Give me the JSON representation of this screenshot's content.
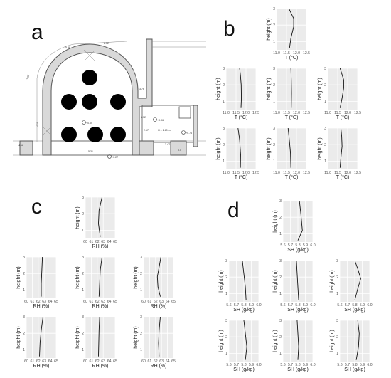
{
  "panel_letters": [
    "a",
    "b",
    "c",
    "d"
  ],
  "plan": {
    "labels": [
      "5.58",
      "2.52",
      "3.55",
      "4.18",
      "4.18",
      "3.76",
      "5.31",
      "1.32",
      "2.17",
      "3.47",
      "0.5",
      "H = 2.60 m",
      "+0.06",
      "+0.00",
      "+0.27",
      "+0.76"
    ]
  },
  "chart_data": [
    {
      "type": "line",
      "panel": "b",
      "row": 0,
      "col": 0,
      "xlabel": "T (°C)",
      "ylabel": "height (m)",
      "xlim": [
        11.0,
        12.5
      ],
      "ylim": [
        0.5,
        3.0
      ],
      "xticks": [
        "11.0",
        "11.5",
        "12.0",
        "12.5"
      ],
      "yticks": [
        "1",
        "2",
        "3"
      ],
      "x": [
        11.65,
        11.72,
        11.86,
        11.86,
        11.72,
        11.62
      ],
      "y": [
        0.6,
        1.2,
        1.9,
        2.4,
        2.75,
        3.0
      ]
    },
    {
      "type": "line",
      "panel": "b",
      "row": 1,
      "col": 0,
      "xlabel": "T (°C)",
      "ylabel": "height (m)",
      "xlim": [
        11.0,
        12.5
      ],
      "ylim": [
        0.5,
        3.0
      ],
      "xticks": [
        "11.0",
        "11.5",
        "12.0",
        "12.5"
      ],
      "yticks": [
        "1",
        "2",
        "3"
      ],
      "x": [
        11.75,
        11.77,
        11.76,
        11.72,
        11.68
      ],
      "y": [
        0.6,
        1.2,
        2.0,
        2.6,
        3.0
      ]
    },
    {
      "type": "line",
      "panel": "b",
      "row": 1,
      "col": 1,
      "xlabel": "T (°C)",
      "ylabel": "height (m)",
      "xlim": [
        11.0,
        12.5
      ],
      "ylim": [
        0.5,
        3.0
      ],
      "xticks": [
        "11.0",
        "11.5",
        "12.0",
        "12.5"
      ],
      "yticks": [
        "1",
        "2",
        "3"
      ],
      "x": [
        11.74,
        11.75,
        11.74,
        11.72
      ],
      "y": [
        0.6,
        1.5,
        2.3,
        3.0
      ]
    },
    {
      "type": "line",
      "panel": "b",
      "row": 1,
      "col": 2,
      "xlabel": "T (°C)",
      "ylabel": "height (m)",
      "xlim": [
        11.0,
        12.5
      ],
      "ylim": [
        0.5,
        3.0
      ],
      "xticks": [
        "11.0",
        "11.5",
        "12.0",
        "12.5"
      ],
      "yticks": [
        "1",
        "2",
        "3"
      ],
      "x": [
        11.62,
        11.72,
        11.8,
        11.8,
        11.7,
        11.62
      ],
      "y": [
        0.6,
        1.2,
        1.8,
        2.3,
        2.7,
        3.0
      ]
    },
    {
      "type": "line",
      "panel": "b",
      "row": 2,
      "col": 0,
      "xlabel": "T (°C)",
      "ylabel": "height (m)",
      "xlim": [
        11.0,
        12.5
      ],
      "ylim": [
        0.5,
        3.0
      ],
      "xticks": [
        "11.0",
        "11.5",
        "12.0",
        "12.5"
      ],
      "yticks": [
        "1",
        "2",
        "3"
      ],
      "x": [
        11.72,
        11.73,
        11.68,
        11.6
      ],
      "y": [
        0.6,
        1.4,
        2.3,
        3.0
      ]
    },
    {
      "type": "line",
      "panel": "b",
      "row": 2,
      "col": 1,
      "xlabel": "T (°C)",
      "ylabel": "height (m)",
      "xlim": [
        11.0,
        12.5
      ],
      "ylim": [
        0.5,
        3.0
      ],
      "xticks": [
        "11.0",
        "11.5",
        "12.0",
        "12.5"
      ],
      "yticks": [
        "1",
        "2",
        "3"
      ],
      "x": [
        11.72,
        11.7,
        11.64,
        11.58
      ],
      "y": [
        0.6,
        1.5,
        2.3,
        3.0
      ]
    },
    {
      "type": "line",
      "panel": "b",
      "row": 2,
      "col": 2,
      "xlabel": "T (°C)",
      "ylabel": "height (m)",
      "xlim": [
        11.0,
        12.5
      ],
      "ylim": [
        0.5,
        3.0
      ],
      "xticks": [
        "11.0",
        "11.5",
        "12.0",
        "12.5"
      ],
      "yticks": [
        "1",
        "2",
        "3"
      ],
      "x": [
        11.62,
        11.66,
        11.72,
        11.7,
        11.66
      ],
      "y": [
        0.6,
        1.2,
        1.9,
        2.5,
        3.0
      ]
    },
    {
      "type": "line",
      "panel": "c",
      "row": 0,
      "col": 0,
      "xlabel": "RH (%)",
      "ylabel": "height (m)",
      "xlim": [
        60,
        65
      ],
      "ylim": [
        0.5,
        3.0
      ],
      "xticks": [
        "60",
        "61",
        "62",
        "63",
        "64",
        "65"
      ],
      "yticks": [
        "1",
        "2",
        "3"
      ],
      "x": [
        62.5,
        62.2,
        62.3,
        62.8
      ],
      "y": [
        0.6,
        1.4,
        2.2,
        3.0
      ]
    },
    {
      "type": "line",
      "panel": "c",
      "row": 1,
      "col": 0,
      "xlabel": "RH (%)",
      "ylabel": "height (m)",
      "xlim": [
        60,
        65
      ],
      "ylim": [
        0.5,
        3.0
      ],
      "xticks": [
        "60",
        "61",
        "62",
        "63",
        "64",
        "65"
      ],
      "yticks": [
        "1",
        "2",
        "3"
      ],
      "x": [
        62.5,
        62.5,
        62.6,
        62.7
      ],
      "y": [
        0.6,
        1.4,
        2.2,
        3.0
      ]
    },
    {
      "type": "line",
      "panel": "c",
      "row": 1,
      "col": 1,
      "xlabel": "RH (%)",
      "ylabel": "height (m)",
      "xlim": [
        60,
        65
      ],
      "ylim": [
        0.5,
        3.0
      ],
      "xticks": [
        "60",
        "61",
        "62",
        "63",
        "64",
        "65"
      ],
      "yticks": [
        "1",
        "2",
        "3"
      ],
      "x": [
        62.3,
        62.4,
        62.5,
        62.8
      ],
      "y": [
        0.6,
        1.4,
        2.2,
        3.0
      ]
    },
    {
      "type": "line",
      "panel": "c",
      "row": 1,
      "col": 2,
      "xlabel": "RH (%)",
      "ylabel": "height (m)",
      "xlim": [
        60,
        65
      ],
      "ylim": [
        0.5,
        3.0
      ],
      "xticks": [
        "60",
        "61",
        "62",
        "63",
        "64",
        "65"
      ],
      "yticks": [
        "1",
        "2",
        "3"
      ],
      "x": [
        62.8,
        62.4,
        62.3,
        62.6,
        62.9
      ],
      "y": [
        0.6,
        1.2,
        1.8,
        2.4,
        3.0
      ]
    },
    {
      "type": "line",
      "panel": "c",
      "row": 2,
      "col": 0,
      "xlabel": "RH (%)",
      "ylabel": "height (m)",
      "xlim": [
        60,
        65
      ],
      "ylim": [
        0.5,
        3.0
      ],
      "xticks": [
        "60",
        "61",
        "62",
        "63",
        "64",
        "65"
      ],
      "yticks": [
        "1",
        "2",
        "3"
      ],
      "x": [
        62.2,
        62.3,
        62.5,
        62.8
      ],
      "y": [
        0.6,
        1.4,
        2.2,
        3.0
      ]
    },
    {
      "type": "line",
      "panel": "c",
      "row": 2,
      "col": 1,
      "xlabel": "RH (%)",
      "ylabel": "height (m)",
      "xlim": [
        60,
        65
      ],
      "ylim": [
        0.5,
        3.0
      ],
      "xticks": [
        "60",
        "61",
        "62",
        "63",
        "64",
        "65"
      ],
      "yticks": [
        "1",
        "2",
        "3"
      ],
      "x": [
        62.2,
        62.25,
        62.3,
        62.4
      ],
      "y": [
        0.6,
        1.4,
        2.2,
        3.0
      ]
    },
    {
      "type": "line",
      "panel": "c",
      "row": 2,
      "col": 2,
      "xlabel": "RH (%)",
      "ylabel": "height (m)",
      "xlim": [
        60,
        65
      ],
      "ylim": [
        0.5,
        3.0
      ],
      "xticks": [
        "60",
        "61",
        "62",
        "63",
        "64",
        "65"
      ],
      "yticks": [
        "1",
        "2",
        "3"
      ],
      "x": [
        62.6,
        62.5,
        62.6,
        62.8
      ],
      "y": [
        0.6,
        1.4,
        2.2,
        3.0
      ]
    },
    {
      "type": "line",
      "panel": "d",
      "row": 0,
      "col": 0,
      "xlabel": "SH (g/kg)",
      "ylabel": "height (m)",
      "xlim": [
        5.6,
        6.0
      ],
      "ylim": [
        0.5,
        3.0
      ],
      "xticks": [
        "5.6",
        "5.7",
        "5.8",
        "5.9",
        "6.0"
      ],
      "yticks": [
        "1",
        "2",
        "3"
      ],
      "x": [
        5.8,
        5.86,
        5.84,
        5.82
      ],
      "y": [
        0.6,
        1.2,
        2.2,
        3.0
      ]
    },
    {
      "type": "line",
      "panel": "d",
      "row": 1,
      "col": 0,
      "xlabel": "SH (g/kg)",
      "ylabel": "height (m)",
      "xlim": [
        5.6,
        6.0
      ],
      "ylim": [
        0.5,
        3.0
      ],
      "xticks": [
        "5.6",
        "5.7",
        "5.8",
        "5.9",
        "6.0"
      ],
      "yticks": [
        "1",
        "2",
        "3"
      ],
      "x": [
        5.83,
        5.82,
        5.8,
        5.78
      ],
      "y": [
        0.6,
        1.4,
        2.2,
        3.0
      ]
    },
    {
      "type": "line",
      "panel": "d",
      "row": 1,
      "col": 1,
      "xlabel": "SH (g/kg)",
      "ylabel": "height (m)",
      "xlim": [
        5.6,
        6.0
      ],
      "ylim": [
        0.5,
        3.0
      ],
      "xticks": [
        "5.6",
        "5.7",
        "5.8",
        "5.9",
        "6.0"
      ],
      "yticks": [
        "1",
        "2",
        "3"
      ],
      "x": [
        5.81,
        5.8,
        5.79,
        5.78
      ],
      "y": [
        0.6,
        1.4,
        2.2,
        3.0
      ]
    },
    {
      "type": "line",
      "panel": "d",
      "row": 1,
      "col": 2,
      "xlabel": "SH (g/kg)",
      "ylabel": "height (m)",
      "xlim": [
        5.6,
        6.0
      ],
      "ylim": [
        0.5,
        3.0
      ],
      "xticks": [
        "5.6",
        "5.7",
        "5.8",
        "5.9",
        "6.0"
      ],
      "yticks": [
        "1",
        "2",
        "3"
      ],
      "x": [
        5.8,
        5.84,
        5.88,
        5.84,
        5.8
      ],
      "y": [
        0.6,
        1.3,
        1.9,
        2.5,
        3.0
      ]
    },
    {
      "type": "line",
      "panel": "d",
      "row": 2,
      "col": 0,
      "xlabel": "SH (g/kg)",
      "ylabel": "height (m)",
      "xlim": [
        5.6,
        6.0
      ],
      "ylim": [
        0.5,
        3.0
      ],
      "xticks": [
        "5.6",
        "5.7",
        "5.8",
        "5.9",
        "6.0"
      ],
      "yticks": [
        "1",
        "2",
        "3"
      ],
      "x": [
        5.82,
        5.84,
        5.82,
        5.8
      ],
      "y": [
        0.6,
        1.4,
        2.2,
        3.0
      ]
    },
    {
      "type": "line",
      "panel": "d",
      "row": 2,
      "col": 1,
      "xlabel": "SH (g/kg)",
      "ylabel": "height (m)",
      "xlim": [
        5.6,
        6.0
      ],
      "ylim": [
        0.5,
        3.0
      ],
      "xticks": [
        "5.6",
        "5.7",
        "5.8",
        "5.9",
        "6.0"
      ],
      "yticks": [
        "1",
        "2",
        "3"
      ],
      "x": [
        5.8,
        5.81,
        5.8,
        5.79
      ],
      "y": [
        0.6,
        1.4,
        2.2,
        3.0
      ]
    },
    {
      "type": "line",
      "panel": "d",
      "row": 2,
      "col": 2,
      "xlabel": "SH (g/kg)",
      "ylabel": "height (m)",
      "xlim": [
        5.6,
        6.0
      ],
      "ylim": [
        0.5,
        3.0
      ],
      "xticks": [
        "5.6",
        "5.7",
        "5.8",
        "5.9",
        "6.0"
      ],
      "yticks": [
        "1",
        "2",
        "3"
      ],
      "x": [
        5.82,
        5.85,
        5.86,
        5.84
      ],
      "y": [
        0.6,
        1.4,
        2.2,
        3.0
      ]
    }
  ]
}
